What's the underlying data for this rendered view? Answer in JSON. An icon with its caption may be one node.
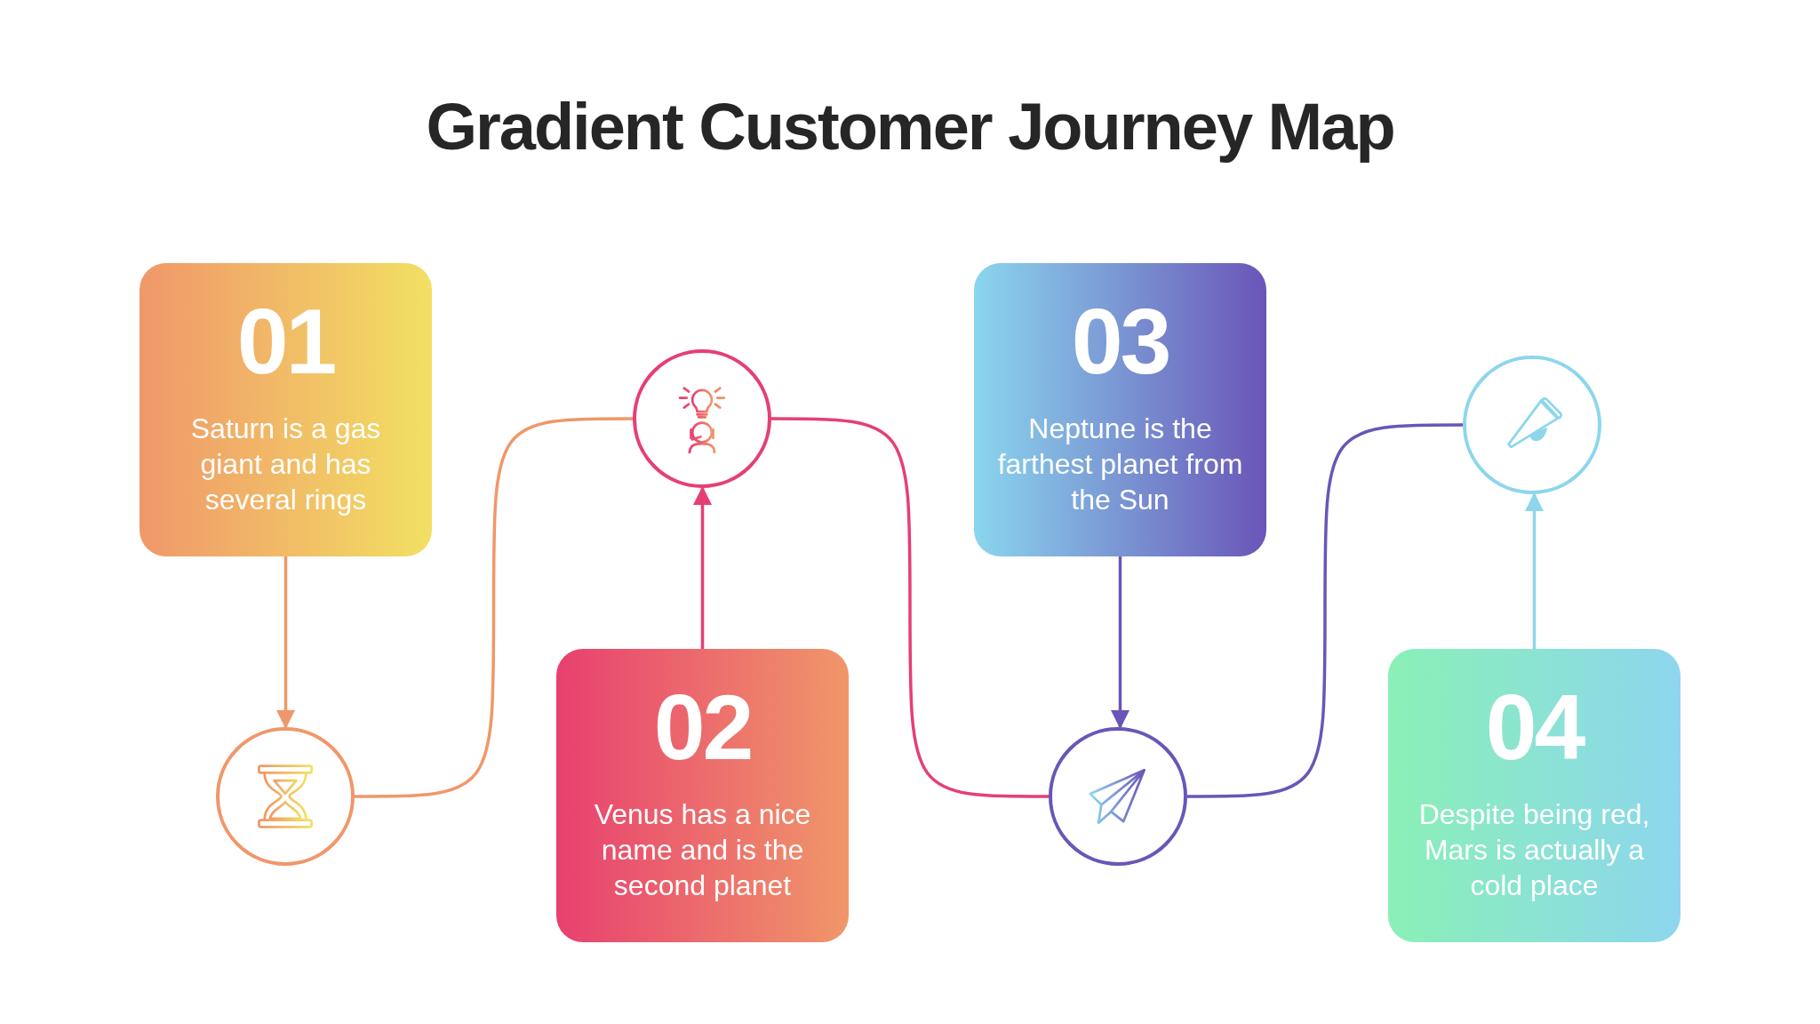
{
  "diagram": {
    "title": "Gradient Customer Journey Map",
    "nodes": [
      {
        "text": [
          "01",
          "Saturn is a gas giant and has several rings"
        ]
      },
      {
        "text": [],
        "shape": "circle"
      },
      {
        "text": [
          "02",
          "Venus has a nice name and is the second planet"
        ]
      },
      {
        "text": [],
        "shape": "circle"
      },
      {
        "text": [
          "03",
          "Neptune is the farthest planet from the Sun"
        ]
      },
      {
        "text": [],
        "shape": "circle"
      },
      {
        "text": [
          "04",
          "Despite being red, Mars is actually a cold place"
        ]
      },
      {
        "text": [],
        "shape": "circle"
      }
    ],
    "edges": [
      {
        "from": 0,
        "to": 1,
        "arrow": "to",
        "color": "#f0976a"
      },
      {
        "from": 1,
        "to": 3,
        "arrow": "none",
        "color": "#f0976a"
      },
      {
        "from": 2,
        "to": 3,
        "arrow": "to",
        "color": "#e63f73"
      },
      {
        "from": 3,
        "to": 5,
        "arrow": "none",
        "color": "#e63f73"
      },
      {
        "from": 4,
        "to": 5,
        "arrow": "to",
        "color": "#6a55b8"
      },
      {
        "from": 5,
        "to": 7,
        "arrow": "none",
        "color": "#6a55b8"
      },
      {
        "from": 6,
        "to": 7,
        "arrow": "to",
        "color": "#8dd6ec"
      }
    ]
  }
}
